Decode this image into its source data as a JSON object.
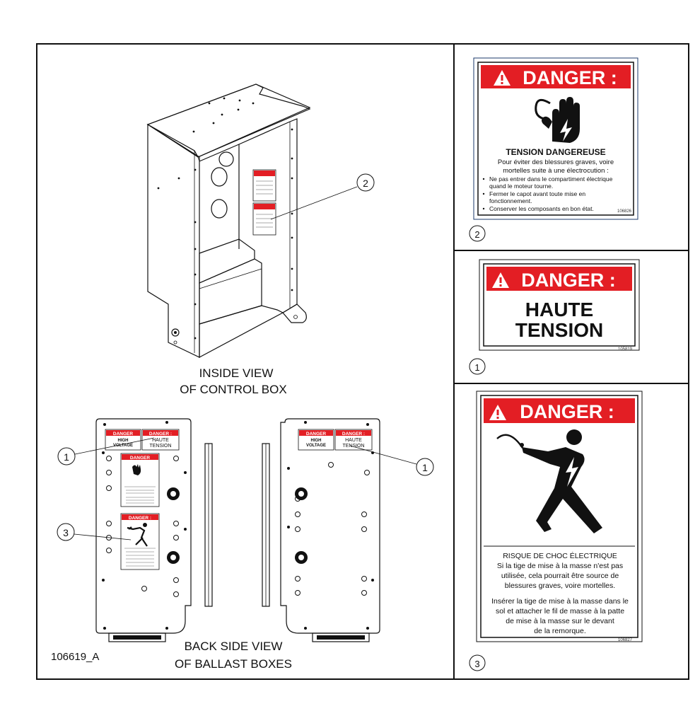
{
  "drawing_id": "106619_A",
  "inside_view": {
    "caption_line1": "INSIDE VIEW",
    "caption_line2": "OF CONTROL BOX"
  },
  "back_view": {
    "caption_line1": "BACK SIDE VIEW",
    "caption_line2": "OF BALLAST BOXES"
  },
  "callouts": {
    "c1": "1",
    "c2": "2",
    "c3": "3"
  },
  "mini_labels": {
    "danger": "DANGER",
    "high": "HIGH",
    "voltage": "VOLTAGE",
    "danger_fr": "DANGER :",
    "haute": "HAUTE",
    "tension": "TENSION"
  },
  "label2": {
    "header": "DANGER :",
    "title": "TENSION DANGEREUSE",
    "intro_line1": "Pour éviter des blessures graves, voire",
    "intro_line2": "mortelles suite à une électrocution :",
    "b1_line1": "Ne pas entrer dans le compartiment électrique",
    "b1_line2": "quand le moteur tourne.",
    "b2_line1": "Fermer le capot avant toute mise en",
    "b2_line2": "fonctionnement.",
    "b3": "Conserver les composants en bon état.",
    "part_no": "106826",
    "number": "2"
  },
  "label1": {
    "header": "DANGER :",
    "line1": "HAUTE",
    "line2": "TENSION",
    "part_no": "105819",
    "number": "1"
  },
  "label3": {
    "header": "DANGER :",
    "title": "RISQUE DE CHOC ÉLECTRIQUE",
    "p1_line1": "Si la tige de mise à la masse n'est pas",
    "p1_line2": "utilisée, cela pourrait être source de",
    "p1_line3": "blessures graves, voire mortelles.",
    "p2_line1": "Insérer la tige de mise à la masse dans le",
    "p2_line2": "sol et attacher le fil de masse à la patte",
    "p2_line3": "de mise à la masse sur le devant",
    "p2_line4": "de la remorque.",
    "part_no": "106827",
    "number": "3"
  },
  "colors": {
    "danger_red": "#e31e24",
    "line": "#111111"
  }
}
